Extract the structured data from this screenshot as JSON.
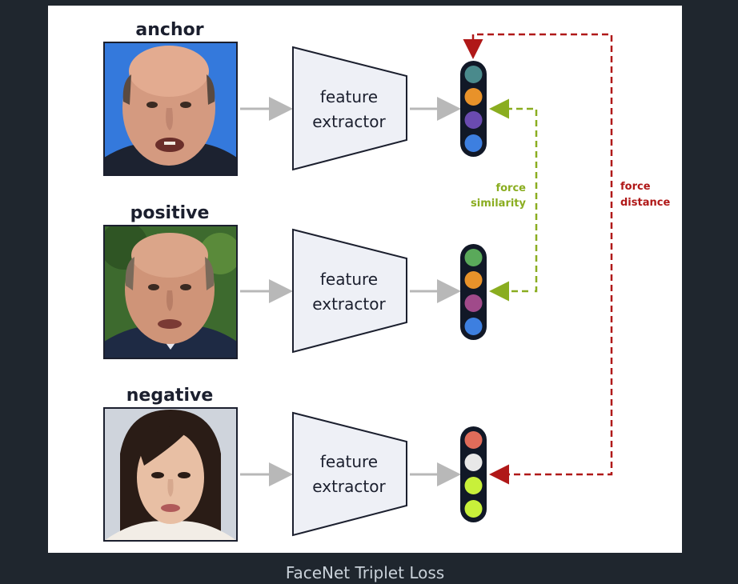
{
  "caption": "FaceNet Triplet Loss",
  "rows": [
    {
      "label": "anchor",
      "photo": "portrait-older-bald-man-blue-background",
      "extractor_line1": "feature",
      "extractor_line2": "extractor"
    },
    {
      "label": "positive",
      "photo": "portrait-older-bald-man-green-background",
      "extractor_line1": "feature",
      "extractor_line2": "extractor"
    },
    {
      "label": "negative",
      "photo": "portrait-young-woman-dark-hair",
      "extractor_line1": "feature",
      "extractor_line2": "extractor"
    }
  ],
  "embeddings": [
    [
      "#4a8a8c",
      "#e8922a",
      "#6a4bb0",
      "#3d7fe0"
    ],
    [
      "#5aa95a",
      "#e8922a",
      "#a04a8a",
      "#3d7fe0"
    ],
    [
      "#e06c5a",
      "#e8e8e8",
      "#c8f03a",
      "#c8f03a"
    ]
  ],
  "force_similarity": {
    "line1": "force",
    "line2": "similarity",
    "color": "#8aad20"
  },
  "force_distance": {
    "line1": "force",
    "line2": "distance",
    "color": "#b01818"
  },
  "colors": {
    "background": "#1f262e",
    "card": "#ffffff",
    "extractor_fill": "#eef0f6",
    "arrow": "#b8b8b8",
    "embedding_bar": "#111827"
  }
}
